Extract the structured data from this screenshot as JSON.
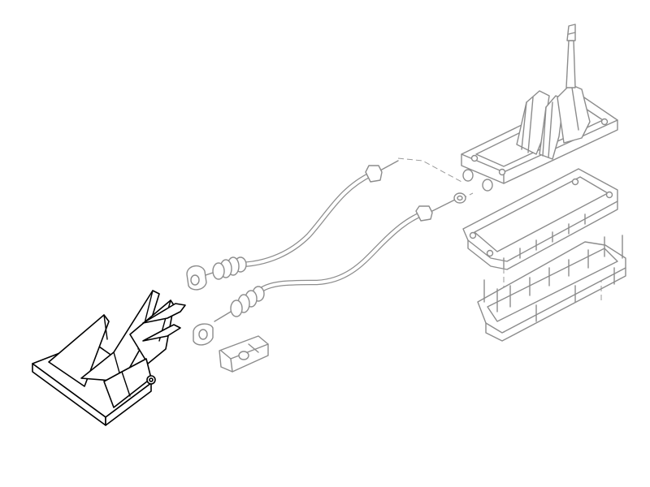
{
  "diagram": {
    "kind": "exploded-parts-view",
    "colors": {
      "background": "#ffffff",
      "highlight": "#000000",
      "context": "#8c8c8c"
    },
    "parts": [
      {
        "id": "gear-lever-housing",
        "highlighted": false
      },
      {
        "id": "housing-gasket",
        "highlighted": false
      },
      {
        "id": "base-seal-frame",
        "highlighted": false
      },
      {
        "id": "selector-cable",
        "highlighted": false
      },
      {
        "id": "shift-cable",
        "highlighted": false
      },
      {
        "id": "cable-retaining-clip",
        "highlighted": false
      },
      {
        "id": "transmission-abutment-bracket",
        "highlighted": true
      }
    ]
  }
}
